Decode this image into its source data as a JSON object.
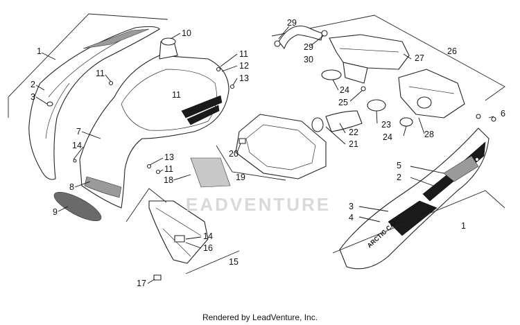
{
  "footer": "Rendered by LeadVenture, Inc.",
  "watermark": "EADVENTURE",
  "decal_text": "ARCTIC CAT",
  "callouts": {
    "c1_left": "1",
    "c2_left": "2",
    "c3_left": "3",
    "c7": "7",
    "c8": "8",
    "c9": "9",
    "c10": "10",
    "c11_a": "11",
    "c11_b": "11",
    "c11_c": "11",
    "c11_d": "11",
    "c12": "12",
    "c13_a": "13",
    "c13_b": "13",
    "c14_a": "14",
    "c14_b": "14",
    "c15": "15",
    "c16": "16",
    "c17": "17",
    "c18": "18",
    "c19": "19",
    "c20": "20",
    "c21": "21",
    "c22": "22",
    "c23": "23",
    "c24_a": "24",
    "c24_b": "24",
    "c25": "25",
    "c26": "26",
    "c27": "27",
    "c28": "28",
    "c29_a": "29",
    "c29_b": "29",
    "c30": "30",
    "c6": "6",
    "c5_right": "5",
    "c2_right": "2",
    "c3_right": "3",
    "c4_right": "4",
    "c1_right": "1"
  }
}
